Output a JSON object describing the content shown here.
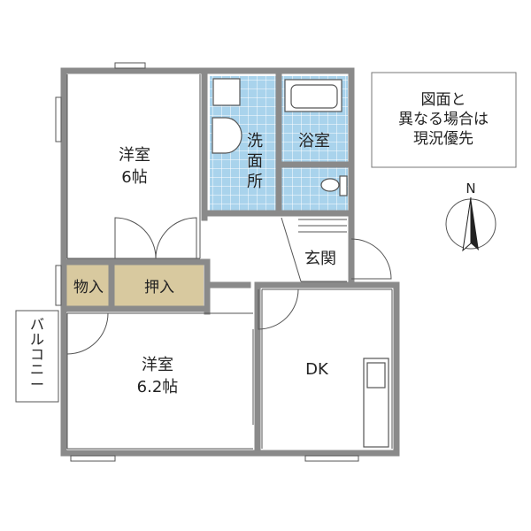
{
  "rooms": {
    "western_room_1": {
      "name": "洋室",
      "size": "6帖"
    },
    "western_room_2": {
      "name": "洋室",
      "size": "6.2帖"
    },
    "storage": "物入",
    "closet": "押入",
    "washroom": [
      "洗",
      "面",
      "所"
    ],
    "bathroom": "浴室",
    "entrance": "玄関",
    "dk": "DK",
    "balcony": [
      "バ",
      "ル",
      "コ",
      "ニ",
      "ー"
    ]
  },
  "notice": {
    "lines": [
      "図面と",
      "異なる場合は",
      "現況優先"
    ]
  },
  "compass": {
    "label": "N"
  },
  "colors": {
    "wall": "#8a8a8a",
    "tile": "#a9d3ec",
    "closet": "#d8c99f",
    "line": "#555555"
  }
}
